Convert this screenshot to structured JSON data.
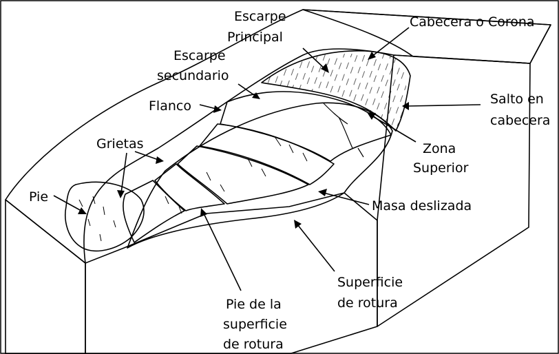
{
  "labels": {
    "escarpe_principal": [
      "Escarpe",
      "Principal"
    ],
    "cabecera_corona": "Cabecera o Corona",
    "escarpe_secundario": [
      "Escarpe",
      "secundario"
    ],
    "salto_cabecera": [
      "Salto en",
      "cabecera"
    ],
    "flanco": "Flanco",
    "grietas": "Grietas",
    "zona_superior": [
      "Zona",
      "Superior"
    ],
    "pie": "Pie",
    "masa_deslizada": "Masa deslizada",
    "superficie_rotura": [
      "Superficie",
      "de rotura"
    ],
    "pie_superficie_rotura": [
      "Pie de la",
      "superficie",
      "de rotura"
    ]
  },
  "colors": {
    "background": "#ffffff",
    "block_top": "#ffffff",
    "rock_hatch": "#000000",
    "crown_strip": "#cfcfcf",
    "main_scarp": "#8c8c8c",
    "displaced_light": "#c4c4c4",
    "slip_surface": "#5a5a5a",
    "toe": "#a8a8a8",
    "outline": "#000000"
  }
}
